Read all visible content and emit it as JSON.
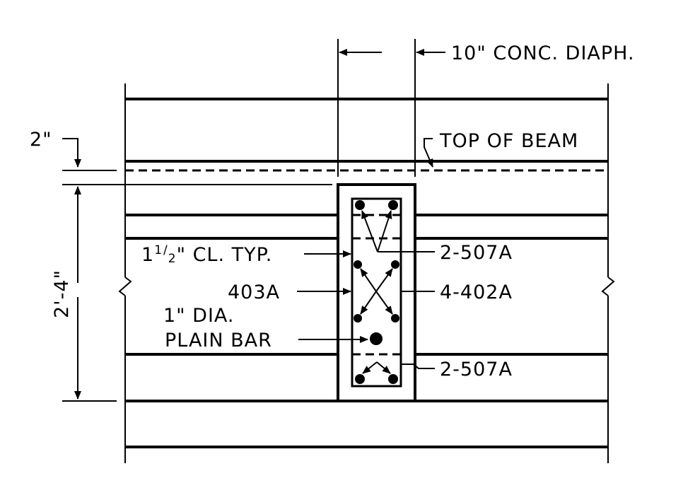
{
  "labels": {
    "diaphragm": "10\" CONC. DIAPH.",
    "top_of_beam": "TOP OF BEAM",
    "dim_top": "2\"",
    "dim_height": "2'-4\"",
    "clearance_whole": "1",
    "clearance_fraction_num": "1",
    "clearance_fraction_den": "2",
    "clearance_rest": "\" CL. TYP.",
    "bar_403a": "403A",
    "plain_bar_line1": "1\" DIA.",
    "plain_bar_line2": "PLAIN BAR",
    "bar_top": "2-507A",
    "bar_middle": "4-402A",
    "bar_bottom": "2-507A"
  }
}
